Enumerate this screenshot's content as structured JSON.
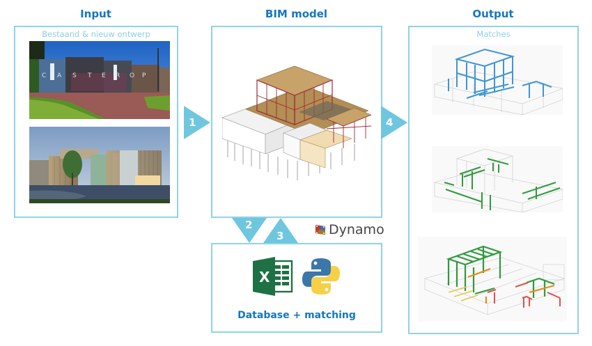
{
  "steps": {
    "input": {
      "heading": "Input",
      "subtitle": "Bestaand & nieuw ontwerp",
      "images": [
        "existing-building-photo",
        "new-design-render"
      ],
      "facade_letters": "C A S T E R O P"
    },
    "bim": {
      "heading": "BIM model",
      "image": "bim-model-isometric"
    },
    "database": {
      "label": "Database + matching",
      "icons": [
        "excel-icon",
        "python-icon"
      ]
    },
    "output": {
      "heading": "Output",
      "subtitle": "Matches",
      "images": [
        "blue-structure-matches",
        "green-structure-matches",
        "colored-match-quality"
      ]
    }
  },
  "arrows": [
    {
      "number": "1",
      "direction": "right"
    },
    {
      "number": "2",
      "direction": "down"
    },
    {
      "number": "3",
      "direction": "up"
    },
    {
      "number": "4",
      "direction": "right"
    }
  ],
  "dynamo": {
    "label": "Dynamo"
  },
  "colors": {
    "heading": "#1577bd",
    "border": "#8fd3e6",
    "arrow": "#6fc6df",
    "subtitle": "#8fd0e3",
    "match_blue": "#3e95d6",
    "match_green": "#2f9a3c",
    "match_orange": "#e88a1e",
    "match_red": "#e2504a",
    "excel_green": "#1e7145"
  }
}
